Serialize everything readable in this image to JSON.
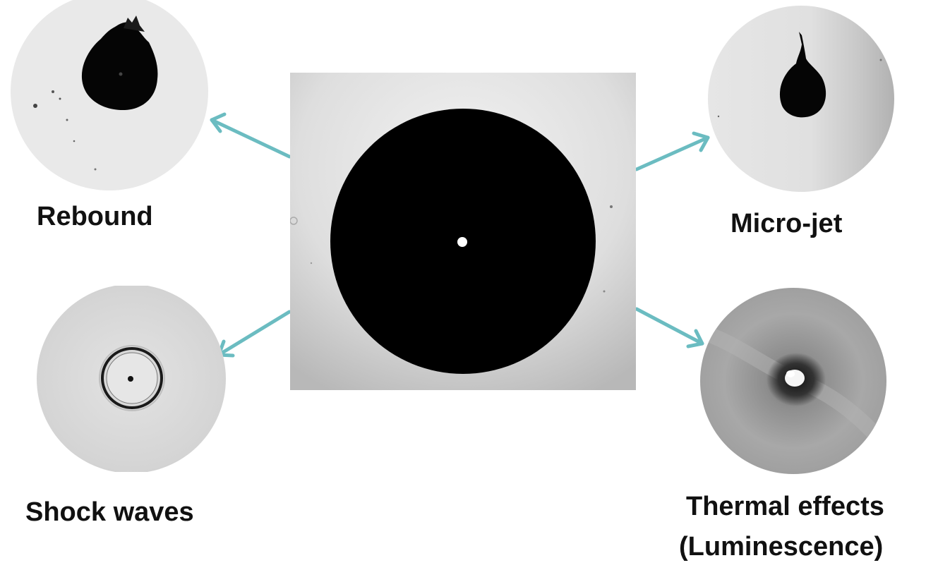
{
  "labels": {
    "rebound": "Rebound",
    "micro_jet": "Micro-jet",
    "shock_waves": "Shock waves",
    "thermal_line1": "Thermal effects",
    "thermal_line2": "(Luminescence)"
  },
  "colors": {
    "arrow": "#6bbcc1",
    "bubble": "#000000",
    "background_gray": "#d9d9d9"
  }
}
